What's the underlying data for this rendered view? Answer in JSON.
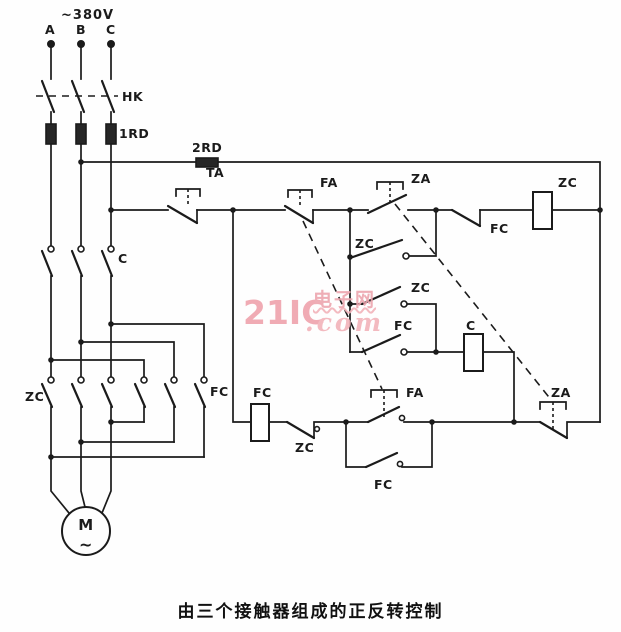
{
  "caption": "由三个接触器组成的正反转控制",
  "watermark": {
    "brand": "21IC",
    "site_cn": "电子网",
    "dotcom": ".com"
  },
  "colors": {
    "line": "#1b1b1b",
    "watermark_pink": "#efa3ac",
    "background": "#fefefe"
  },
  "labels": {
    "supply_voltage": "~380V",
    "phase_a": "A",
    "phase_b": "B",
    "phase_c": "C",
    "knife_switch": "HK",
    "main_fuse": "1RD",
    "control_fuse": "2RD",
    "stop_button": "TA",
    "reverse_button_nc": "FA",
    "forward_button_no": "ZA",
    "forward_coil": "ZC",
    "reverse_interlock_nc": "FC",
    "line_contactor_main": "C",
    "forward_selfhold": "ZC",
    "forward_aux": "ZC",
    "reverse_aux": "FC",
    "line_coil": "C",
    "forward_main_bank": "ZC",
    "reverse_main_bank": "FC",
    "reverse_coil": "FC",
    "forward_interlock_nc": "ZC",
    "reverse_button_no": "FA",
    "forward_button_nc": "ZA",
    "reverse_selfhold": "FC",
    "motor": "M",
    "motor_ac": "~"
  }
}
